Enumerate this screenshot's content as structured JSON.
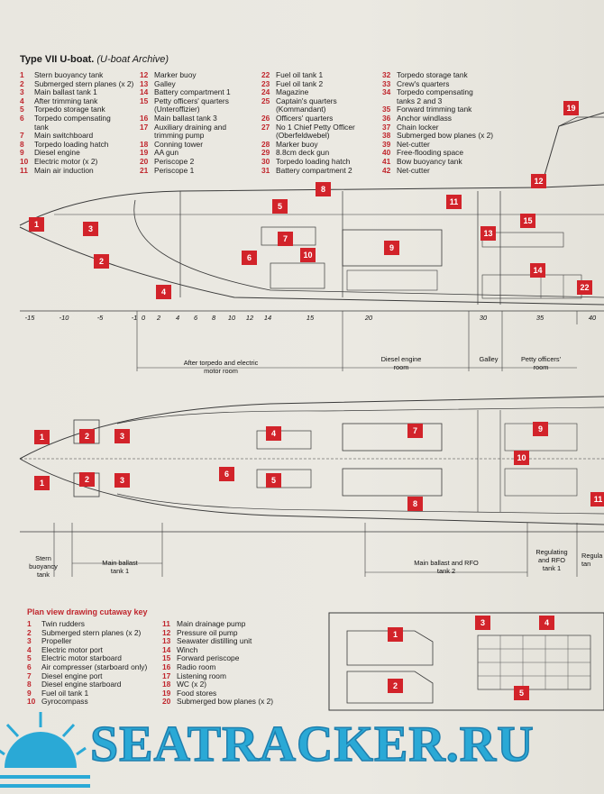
{
  "title": {
    "bold": "Type VII U-boat.",
    "italic": "(U-boat Archive)"
  },
  "key_columns": [
    [
      {
        "n": "1",
        "t": "Stern buoyancy tank"
      },
      {
        "n": "2",
        "t": "Submerged stern planes (x 2)"
      },
      {
        "n": "3",
        "t": "Main ballast tank 1"
      },
      {
        "n": "4",
        "t": "After trimming tank"
      },
      {
        "n": "5",
        "t": "Torpedo storage tank"
      },
      {
        "n": "6",
        "t": "Torpedo compensating\ntank"
      },
      {
        "n": "7",
        "t": "Main switchboard"
      },
      {
        "n": "8",
        "t": "Torpedo loading hatch"
      },
      {
        "n": "9",
        "t": "Diesel engine"
      },
      {
        "n": "10",
        "t": "Electric motor (x 2)"
      },
      {
        "n": "11",
        "t": "Main air induction"
      }
    ],
    [
      {
        "n": "12",
        "t": "Marker buoy"
      },
      {
        "n": "13",
        "t": "Galley"
      },
      {
        "n": "14",
        "t": "Battery compartment 1"
      },
      {
        "n": "15",
        "t": "Petty officers' quarters\n(Unteroffizier)"
      },
      {
        "n": "16",
        "t": "Main ballast tank 3"
      },
      {
        "n": "17",
        "t": "Auxiliary draining and\ntrimming pump"
      },
      {
        "n": "18",
        "t": "Conning tower"
      },
      {
        "n": "19",
        "t": "AA gun"
      },
      {
        "n": "20",
        "t": "Periscope 2"
      },
      {
        "n": "21",
        "t": "Periscope 1"
      }
    ],
    [
      {
        "n": "22",
        "t": "Fuel oil tank 1"
      },
      {
        "n": "23",
        "t": "Fuel oil tank 2"
      },
      {
        "n": "24",
        "t": "Magazine"
      },
      {
        "n": "25",
        "t": "Captain's quarters\n(Kommandant)"
      },
      {
        "n": "26",
        "t": "Officers' quarters"
      },
      {
        "n": "27",
        "t": "No 1 Chief Petty Officer\n(Oberfeldwebel)"
      },
      {
        "n": "28",
        "t": "Marker buoy"
      },
      {
        "n": "29",
        "t": "8.8cm deck gun"
      },
      {
        "n": "30",
        "t": "Torpedo loading hatch"
      },
      {
        "n": "31",
        "t": "Battery compartment 2"
      }
    ],
    [
      {
        "n": "32",
        "t": "Torpedo storage tank"
      },
      {
        "n": "33",
        "t": "Crew's quarters"
      },
      {
        "n": "34",
        "t": "Torpedo compensating\ntanks 2 and 3"
      },
      {
        "n": "35",
        "t": "Forward trimming tank"
      },
      {
        "n": "36",
        "t": "Anchor windlass"
      },
      {
        "n": "37",
        "t": "Chain locker"
      },
      {
        "n": "38",
        "t": "Submerged bow planes (x 2)"
      },
      {
        "n": "39",
        "t": "Net-cutter"
      },
      {
        "n": "40",
        "t": "Free-flooding space"
      },
      {
        "n": "41",
        "t": "Bow buoyancy tank"
      },
      {
        "n": "42",
        "t": "Net-cutter"
      }
    ]
  ],
  "frame_numbers": [
    "-15",
    "-10",
    "-5",
    "-1",
    "0",
    "2",
    "4",
    "6",
    "8",
    "10",
    "12",
    "14",
    "15",
    "20",
    "30",
    "35",
    "40"
  ],
  "side_compartments": [
    "After torpedo and electric\nmotor room",
    "Diesel engine\nroom",
    "Galley",
    "Petty officers'\nroom"
  ],
  "plan_compartments": [
    "Stern\nbuoyancy\ntank",
    "Main ballast\ntank 1",
    "Main ballast and RFO\ntank 2",
    "Regulating\nand RFO\ntank 1",
    "Regula\ntan"
  ],
  "side_badges": [
    "1",
    "3",
    "2",
    "5",
    "8",
    "7",
    "6",
    "10",
    "9",
    "4",
    "11",
    "12",
    "13",
    "15",
    "14",
    "22",
    "19"
  ],
  "plan_badges": [
    "2",
    "3",
    "1",
    "1",
    "7",
    "4",
    "9",
    "10",
    "6",
    "5",
    "8",
    "2",
    "3",
    "11"
  ],
  "plan_key_title": "Plan view drawing cutaway key",
  "plan_key_columns": [
    [
      {
        "n": "1",
        "t": "Twin rudders"
      },
      {
        "n": "2",
        "t": "Submerged stern planes (x 2)"
      },
      {
        "n": "3",
        "t": "Propeller"
      },
      {
        "n": "4",
        "t": "Electric motor port"
      },
      {
        "n": "5",
        "t": "Electric motor starboard"
      },
      {
        "n": "6",
        "t": "Air compresser (starboard only)"
      },
      {
        "n": "7",
        "t": "Diesel engine port"
      },
      {
        "n": "8",
        "t": "Diesel engine starboard"
      },
      {
        "n": "9",
        "t": "Fuel oil tank 1"
      },
      {
        "n": "10",
        "t": "Gyrocompass"
      }
    ],
    [
      {
        "n": "11",
        "t": "Main drainage pump"
      },
      {
        "n": "12",
        "t": "Pressure oil pump"
      },
      {
        "n": "13",
        "t": "Seawater distilling unit"
      },
      {
        "n": "14",
        "t": "Winch"
      },
      {
        "n": "15",
        "t": "Forward periscope"
      },
      {
        "n": "16",
        "t": "Radio room"
      },
      {
        "n": "17",
        "t": "Listening room"
      },
      {
        "n": "18",
        "t": "WC (x 2)"
      },
      {
        "n": "19",
        "t": "Food stores"
      },
      {
        "n": "20",
        "t": "Submerged bow planes (x 2)"
      }
    ]
  ],
  "deck_badges": [
    "3",
    "4",
    "1",
    "2",
    "5"
  ],
  "watermark": "SEATRACKER.RU",
  "colors": {
    "badge": "#d2232a",
    "key_number": "#c0262d",
    "watermark": "#2aa9d6"
  }
}
